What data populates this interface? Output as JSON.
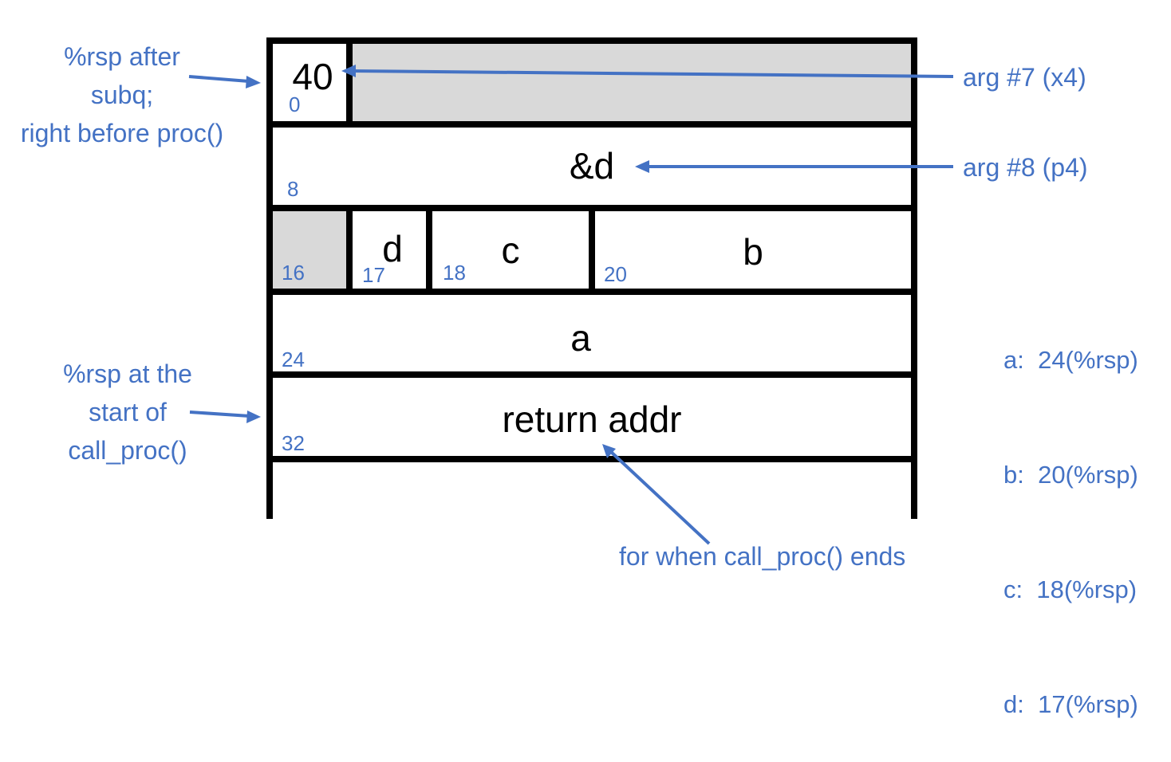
{
  "diagram": {
    "type": "stack-frame",
    "colors": {
      "accent": "#4472c4",
      "border": "#000000",
      "padding": "#d9d9d9"
    },
    "rows": [
      {
        "offset": "0",
        "cells": [
          {
            "offset": "0",
            "value": "40"
          },
          {
            "offset": "",
            "value": "",
            "padding": true
          }
        ]
      },
      {
        "offset": "8",
        "cells": [
          {
            "offset": "8",
            "value": "&d"
          }
        ]
      },
      {
        "offset": "16",
        "cells": [
          {
            "offset": "16",
            "value": "",
            "padding": true
          },
          {
            "offset": "17",
            "value": "d"
          },
          {
            "offset": "18",
            "value": "c"
          },
          {
            "offset": "20",
            "value": "b"
          }
        ]
      },
      {
        "offset": "24",
        "cells": [
          {
            "offset": "24",
            "value": "a"
          }
        ]
      },
      {
        "offset": "32",
        "cells": [
          {
            "offset": "32",
            "value": "return addr"
          }
        ]
      },
      {
        "offset": "",
        "cells": [
          {
            "offset": "",
            "value": ""
          }
        ]
      }
    ],
    "annotations": {
      "rsp_after_subq": [
        "%rsp after",
        "subq;",
        "right before proc()"
      ],
      "rsp_start": [
        "%rsp at the",
        "start of",
        "call_proc()"
      ],
      "arg7": "arg #7 (x4)",
      "arg8": "arg #8 (p4)",
      "return_note": "for when call_proc() ends"
    },
    "legend": [
      "a:  24(%rsp)",
      "b:  20(%rsp)",
      "c:  18(%rsp)",
      "d:  17(%rsp)"
    ]
  }
}
